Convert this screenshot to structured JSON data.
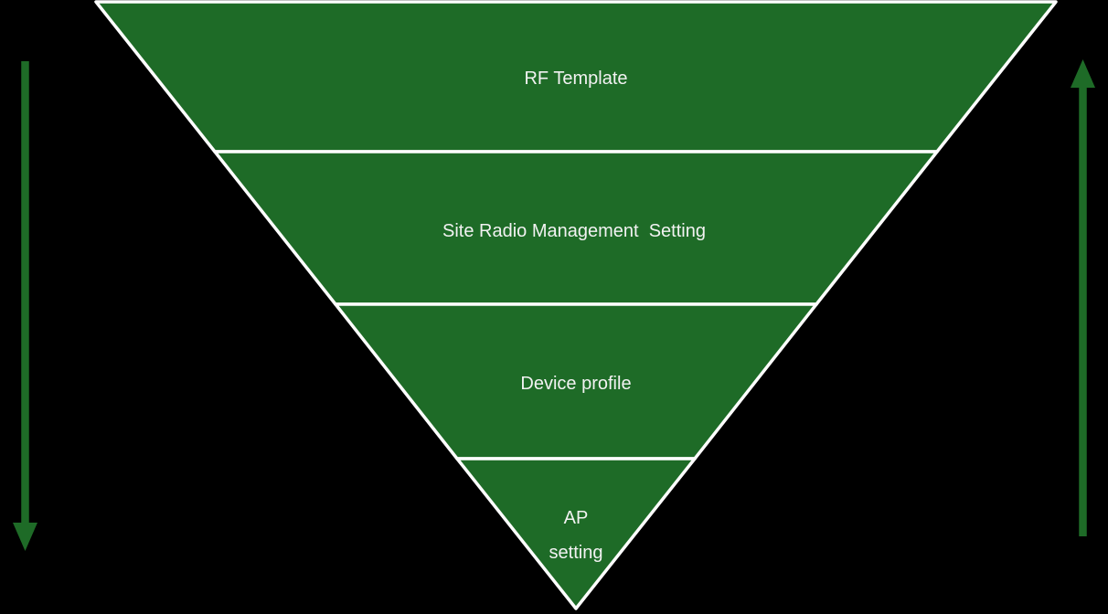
{
  "background_color": "#000000",
  "funnel": {
    "fill_color": "#1e6b27",
    "border_color": "#ffffff",
    "text_color": "#f2f2f2",
    "layers": [
      {
        "label": "RF Template"
      },
      {
        "label": "Site Radio Management  Setting"
      },
      {
        "label": "Device profile"
      },
      {
        "label": "AP setting",
        "line1": "AP",
        "line2": "setting"
      }
    ]
  },
  "arrows": {
    "left": {
      "direction": "down",
      "color": "#1e6b27"
    },
    "right": {
      "direction": "up",
      "color": "#1e6b27"
    }
  }
}
